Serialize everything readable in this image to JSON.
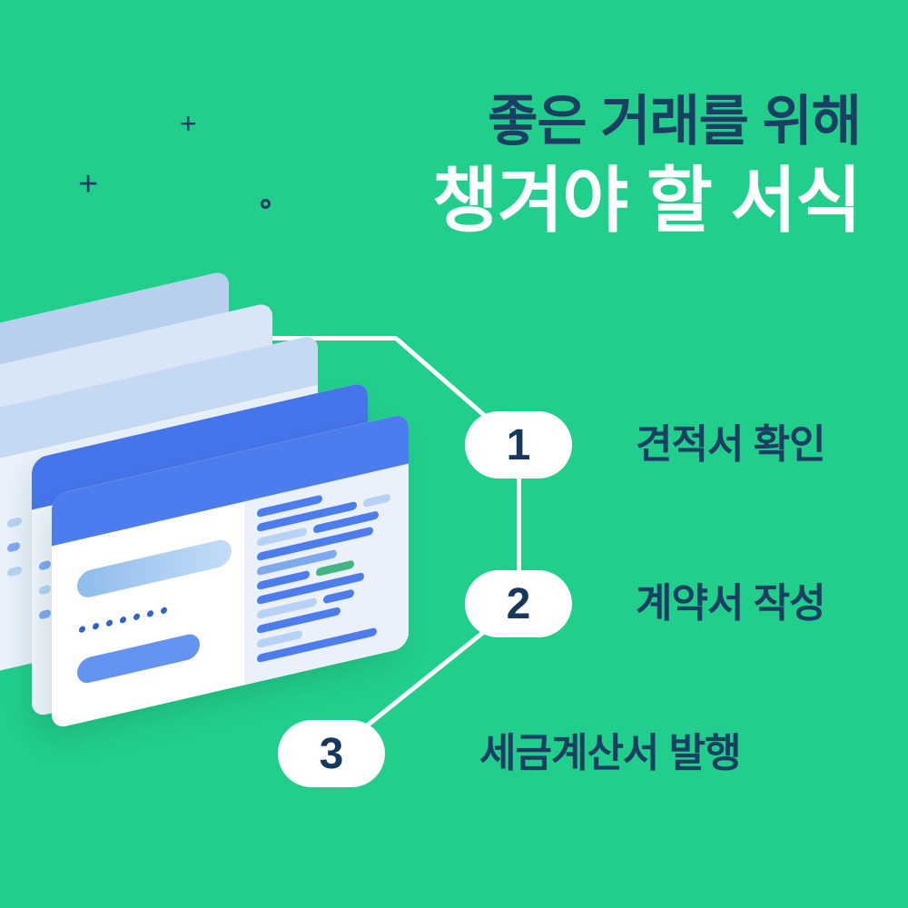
{
  "infographic": {
    "background_color": "#22ce8c",
    "title": {
      "line1": "좋은 거래를 위해",
      "line2": "챙겨야 할 서식"
    },
    "steps": [
      {
        "number": "1",
        "label": "견적서 확인"
      },
      {
        "number": "2",
        "label": "계약서 작성"
      },
      {
        "number": "3",
        "label": "세금계산서 발행"
      }
    ],
    "decorations": {
      "plus_glyph": "+",
      "plus_count": 2,
      "circle_count": 1
    },
    "colors": {
      "background_green": "#22ce8c",
      "navy_text": "#1b3e63",
      "white": "#ffffff",
      "card_header_blue": "#4d7cee",
      "light_blue": "#b7d2f4",
      "accent_green": "#43b581"
    },
    "illustration": {
      "name": "stacked-document-cards",
      "card_count": 5
    }
  }
}
